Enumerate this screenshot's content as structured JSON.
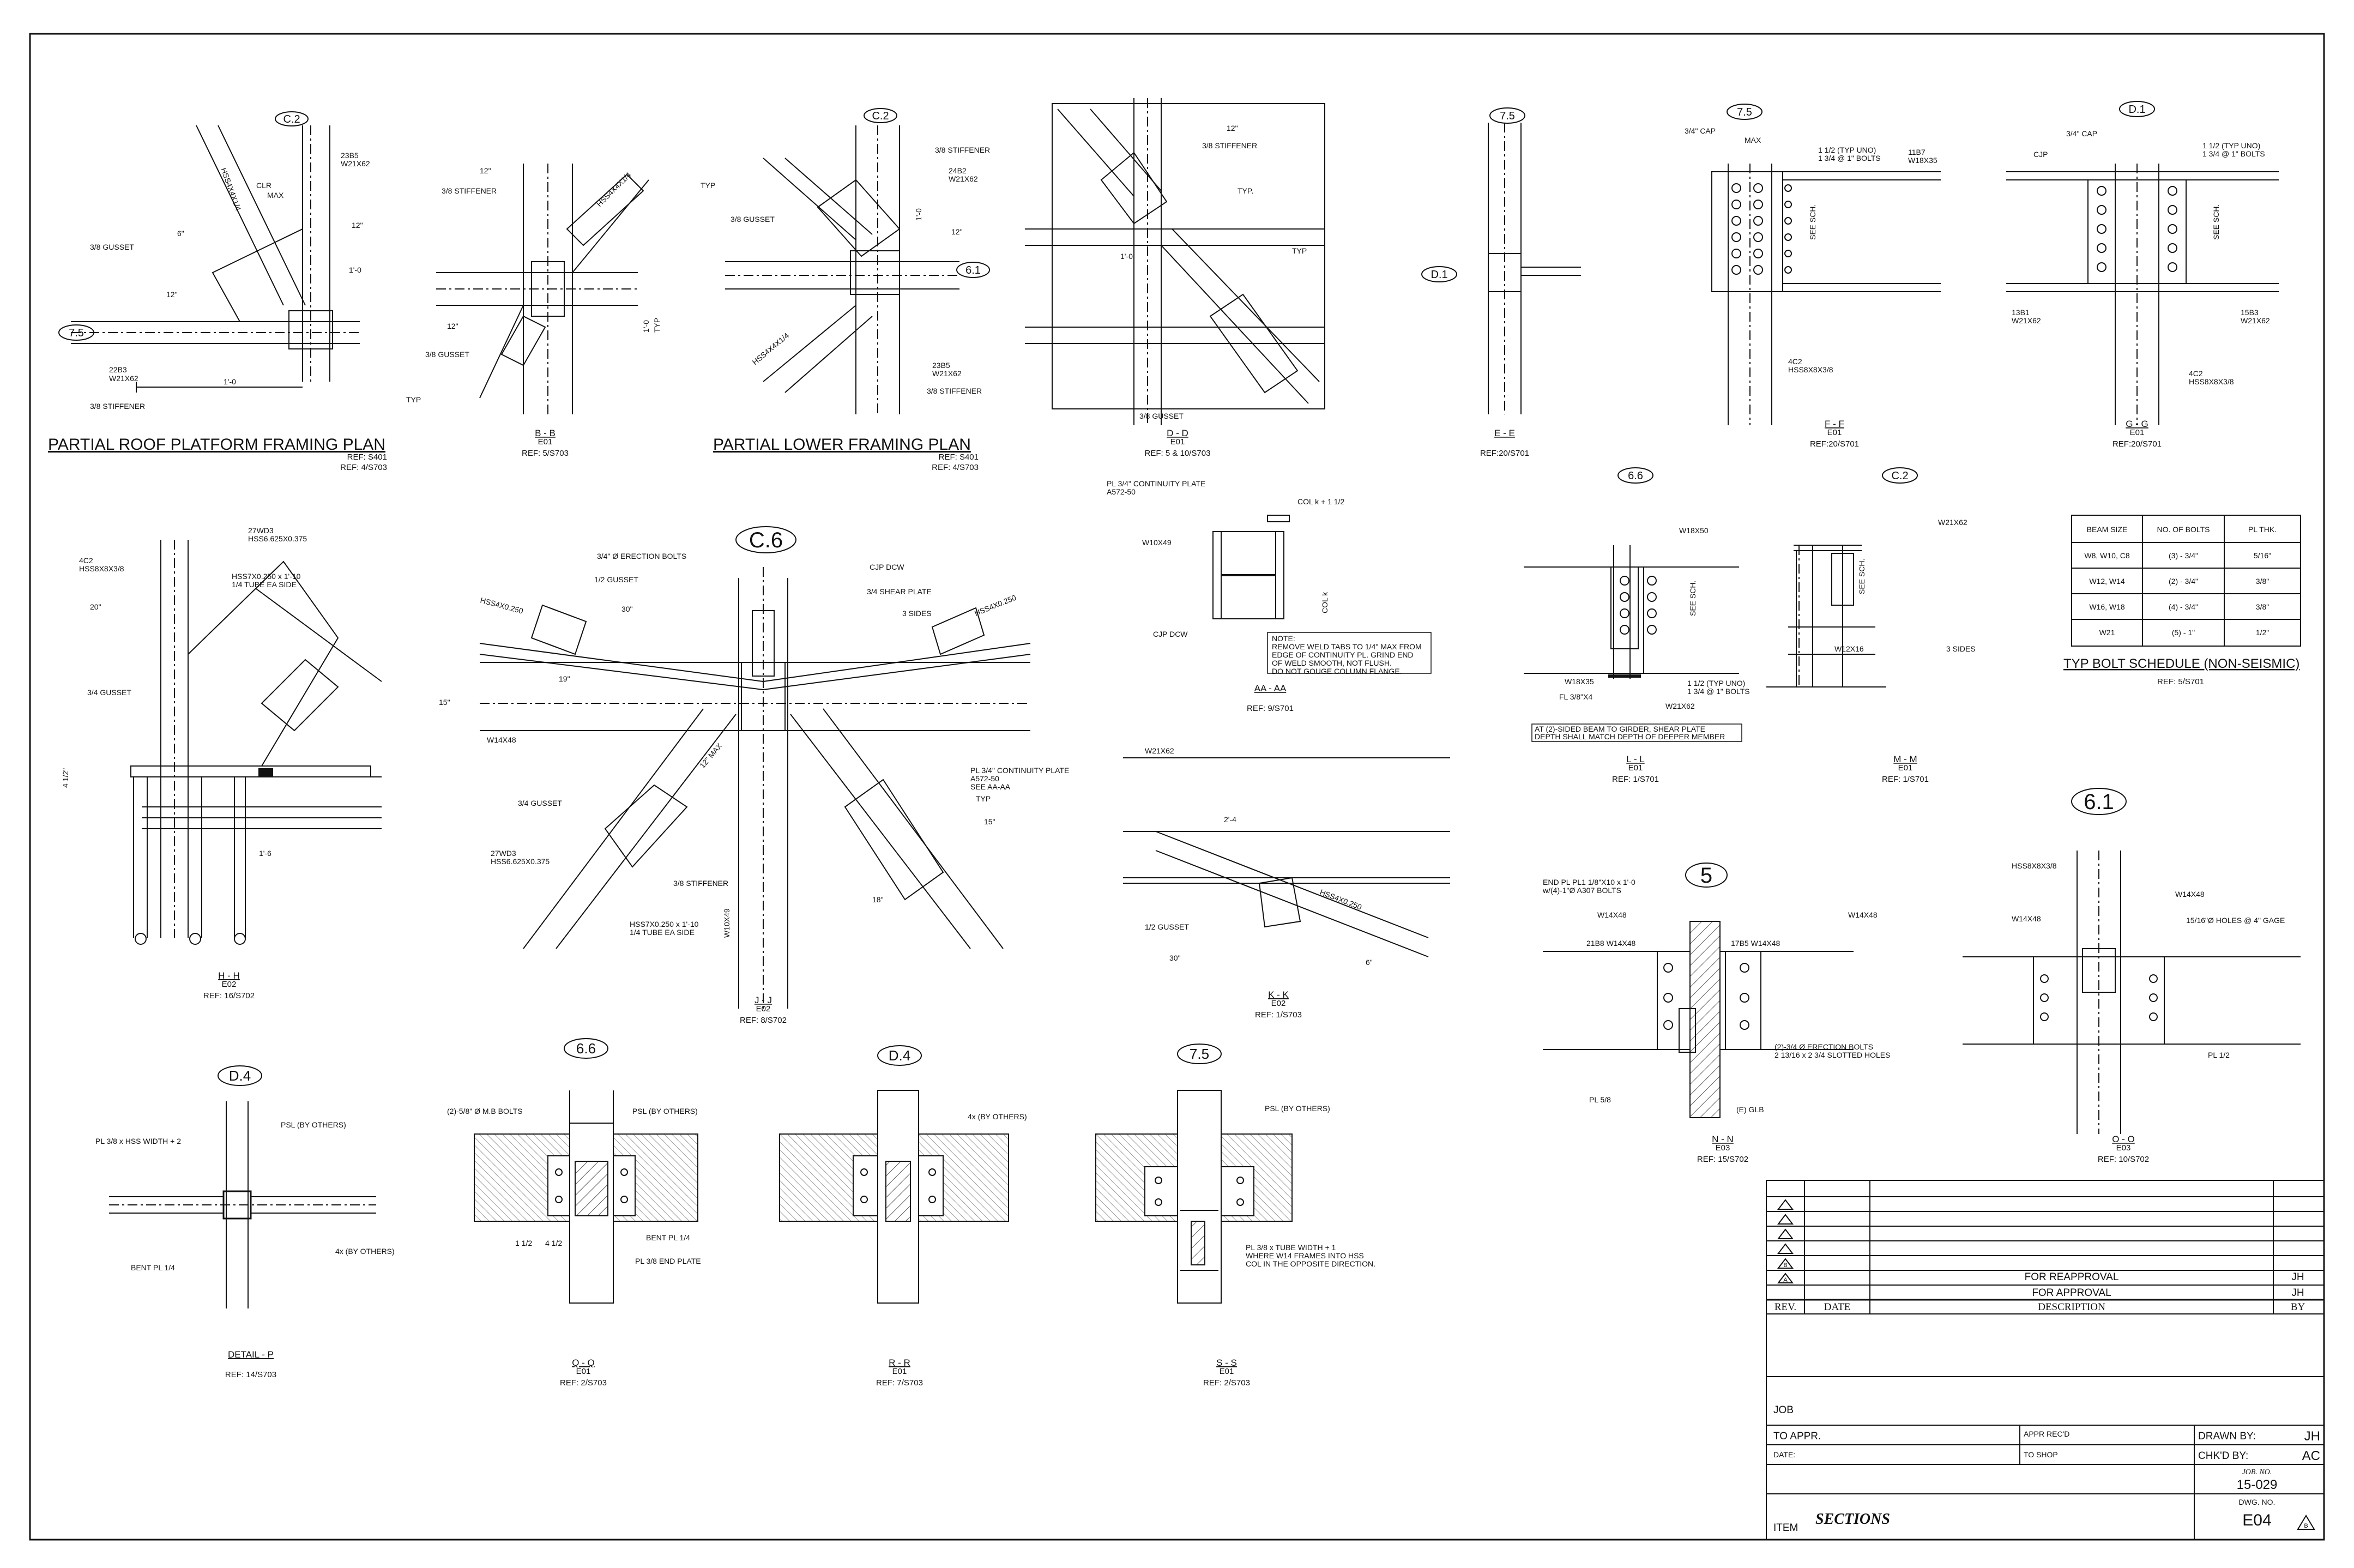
{
  "sheet": {
    "titles": {
      "roof_plan": "PARTIAL ROOF PLATFORM FRAMING PLAN",
      "roof_plan_ref1": "REF: S401",
      "roof_plan_ref2": "REF: 4/S703",
      "lower_plan": "PARTIAL LOWER FRAMING PLAN",
      "lower_plan_ref1": "REF: S401",
      "lower_plan_ref2": "REF: 4/S703"
    },
    "gridlines": {
      "c2": "C.2",
      "c2b": "C.2",
      "g75": "7.5",
      "g75b": "7.5",
      "g75c": "7.5",
      "g75d": "7.5",
      "g61": "6.1",
      "g61b": "6.1",
      "d1": "D.1",
      "d1b": "D.1",
      "g66": "6.6",
      "g66b": "6.6",
      "c2c": "C.2",
      "c6": "C.6",
      "g5": "5",
      "d4": "D.4",
      "d4b": "D.4"
    },
    "sections": [
      {
        "cap": "B - B",
        "sheet": "E01",
        "ref": "REF: 5/S703"
      },
      {
        "cap": "D - D",
        "sheet": "E01",
        "ref": "REF: 5 & 10/S703"
      },
      {
        "cap": "E - E",
        "sheet": "",
        "ref": "REF:20/S701"
      },
      {
        "cap": "F - F",
        "sheet": "E01",
        "ref": "REF:20/S701"
      },
      {
        "cap": "G - G",
        "sheet": "E01",
        "ref": "REF:20/S701"
      },
      {
        "cap": "AA - AA",
        "sheet": "",
        "ref": "REF: 9/S701"
      },
      {
        "cap": "L - L",
        "sheet": "E01",
        "ref": "REF: 1/S701"
      },
      {
        "cap": "M - M",
        "sheet": "E01",
        "ref": "REF: 1/S701"
      },
      {
        "cap": "H - H",
        "sheet": "E02",
        "ref": "REF: 16/S702"
      },
      {
        "cap": "J - J",
        "sheet": "E02",
        "ref": "REF: 8/S702"
      },
      {
        "cap": "K - K",
        "sheet": "E02",
        "ref": "REF: 1/S703"
      },
      {
        "cap": "N - N",
        "sheet": "E03",
        "ref": "REF: 15/S702"
      },
      {
        "cap": "O - O",
        "sheet": "E03",
        "ref": "REF: 10/S702"
      },
      {
        "cap": "DETAIL - P",
        "sheet": "",
        "ref": "REF: 14/S703"
      },
      {
        "cap": "Q - Q",
        "sheet": "E01",
        "ref": "REF: 2/S703"
      },
      {
        "cap": "R - R",
        "sheet": "E01",
        "ref": "REF: 7/S703"
      },
      {
        "cap": "S - S",
        "sheet": "E01",
        "ref": "REF: 2/S703"
      }
    ],
    "notes": {
      "roof": [
        "23B5",
        "W21X62",
        "CLR",
        "MAX",
        "3/8 GUSSET",
        "22B3",
        "W21X62",
        "3/8 STIFFENER",
        "1'-0",
        "1'-0",
        "HSS4X4X1/4",
        "12\"",
        "6\"",
        "12\""
      ],
      "bb": [
        "3/8 STIFFENER",
        "3/8 GUSSET",
        "HSS4X4X1/4",
        "12\"",
        "12\"",
        "TYP",
        "1'-0",
        "TYP"
      ],
      "lower": [
        "3/8 STIFFENER",
        "24B2",
        "W21X62",
        "TYP",
        "3/8 GUSSET",
        "23B5",
        "W21X62",
        "3/8 STIFFENER",
        "HSS4X4X1/4",
        "1'-0",
        "12\""
      ],
      "dd": [
        "3/8 STIFFENER",
        "3/8 GUSSET",
        "12\"",
        "TYP",
        "1'-0",
        "TYP."
      ],
      "ff": [
        "3/4\" CAP",
        "MAX",
        "1 1/2 (TYP UNO)",
        "1 3/4 @ 1\" BOLTS",
        "11B7",
        "W18X35",
        "SEE SCH.",
        "4C2",
        "HSS8X8X3/8"
      ],
      "gg": [
        "3/4\" CAP",
        "CJP",
        "1 1/2 (TYP UNO)",
        "1 3/4 @ 1\" BOLTS",
        "13B1",
        "W21X62",
        "15B3",
        "W21X62",
        "SEE SCH.",
        "4C2",
        "HSS8X8X3/8"
      ],
      "aa": [
        "PL 3/4\" CONTINUITY PLATE",
        "A572-50",
        "W10X49",
        "CJP DCW",
        "COL k + 1 1/2",
        "COL k"
      ],
      "aa_note": [
        "NOTE:",
        "REMOVE WELD TABS TO 1/4\" MAX FROM",
        "EDGE OF CONTINUITY PL.  GRIND END",
        "OF WELD SMOOTH, NOT FLUSH.",
        "DO NOT GOUGE COLUMN FLANGE."
      ],
      "ll": [
        "W18X50",
        "SEE SCH.",
        "1 1/2 (TYP UNO)",
        "1 3/4 @ 1\" BOLTS",
        "W18X35",
        "FL 3/8\"X4",
        "W21X62"
      ],
      "ll_note": [
        "AT (2)-SIDED BEAM TO GIRDER, SHEAR PLATE",
        "DEPTH SHALL MATCH DEPTH OF DEEPER MEMBER"
      ],
      "mm": [
        "W21X62",
        "SEE SCH.",
        "W12X16",
        "3 SIDES"
      ],
      "hh": [
        "27WD3",
        "HSS6.625X0.375",
        "HSS7X0.250 x 1'-10",
        "1/4 TUBE EA SIDE",
        "4C2",
        "HSS8X8X3/8",
        "3/4 GUSSET",
        "20\"",
        "15\"",
        "1'-6",
        "4 1/2\""
      ],
      "jj": [
        "3/4\" Ø ERECTION BOLTS",
        "1/2 GUSSET",
        "HSS4X0.250",
        "CJP DCW",
        "3/4 SHEAR PLATE",
        "3 SIDES",
        "HSS4X0.250",
        "W14X48",
        "PL 3/4\" CONTINUITY PLATE",
        "A572-50",
        "SEE AA-AA",
        "3/4 GUSSET",
        "27WD3",
        "HSS6.625X0.375",
        "3/8 STIFFENER",
        "HSS7X0.250 x 1'-10",
        "1/4 TUBE EA SIDE",
        "W10X49",
        "TYP",
        "12\" MAX",
        "19\"",
        "30\"",
        "18\"",
        "15\""
      ],
      "kk": [
        "W21X62",
        "2'-4",
        "1/2 GUSSET",
        "HSS4X0.250",
        "30\"",
        "6\""
      ],
      "nn": [
        "END PL PL1 1/8\"X10 x 1'-0",
        "w/(4)-1\"Ø A307 BOLTS",
        "W14X48",
        "21B8 W14X48",
        "17B5 W14X48",
        "W14X48",
        "(2)-3/4 Ø ERECTION BOLTS",
        "2 13/16 x 2 3/4 SLOTTED HOLES",
        "(E) GLB",
        "PL 5/8"
      ],
      "oo": [
        "HSS8X8X3/8",
        "W14X48",
        "W14X48",
        "15/16\"Ø HOLES @ 4\" GAGE",
        "PL 1/2"
      ],
      "pp": [
        "PSL (BY OTHERS)",
        "PL 3/8 x HSS WIDTH + 2",
        "BENT PL 1/4",
        "4x (BY OTHERS)"
      ],
      "qq": [
        "(2)-5/8\" Ø M.B BOLTS",
        "PSL (BY OTHERS)",
        "BENT PL 1/4",
        "PL 3/8 END PLATE",
        "1 1/2",
        "4 1/2"
      ],
      "rr": [
        "4x (BY OTHERS)"
      ],
      "ss": [
        "PSL (BY OTHERS)",
        "PL 3/8 x TUBE WIDTH + 1",
        "WHERE W14 FRAMES INTO HSS",
        "COL IN THE OPPOSITE DIRECTION."
      ]
    },
    "bolt_schedule": {
      "title": "TYP BOLT SCHEDULE (NON-SEISMIC)",
      "ref": "REF: 5/S701",
      "headers": [
        "BEAM SIZE",
        "NO. OF BOLTS",
        "PL THK."
      ],
      "rows": [
        [
          "W8, W10, C8",
          "(3) - 3/4\"",
          "5/16\""
        ],
        [
          "W12, W14",
          "(2) - 3/4\"",
          "3/8\""
        ],
        [
          "W16, W18",
          "(4) - 3/4\"",
          "3/8\""
        ],
        [
          "W21",
          "(5) - 1\"",
          "1/2\""
        ]
      ]
    },
    "title_block": {
      "revisions": [
        {
          "mark": "B",
          "description": "FOR REAPPROVAL",
          "by": "JH"
        },
        {
          "mark": "A",
          "description": "FOR APPROVAL",
          "by": "JH"
        }
      ],
      "rev_header": "REV.",
      "date_header": "DATE",
      "desc_header": "DESCRIPTION",
      "by_header": "BY",
      "job_label": "JOB",
      "to_appr": "TO APPR.",
      "appr_recd": "APPR REC'D",
      "drawn_by_label": "DRAWN  BY:",
      "drawn_by": "JH",
      "date_label": "DATE:",
      "to_shop": "TO SHOP",
      "chkd_by_label": "CHK'D BY:",
      "chkd_by": "AC",
      "job_no_label": "JOB. NO.",
      "job_no": "15-029",
      "dwg_no_label": "DWG. NO.",
      "dwg_no": "E04",
      "dwg_rev": "B",
      "item_label": "ITEM",
      "item": "SECTIONS"
    }
  }
}
